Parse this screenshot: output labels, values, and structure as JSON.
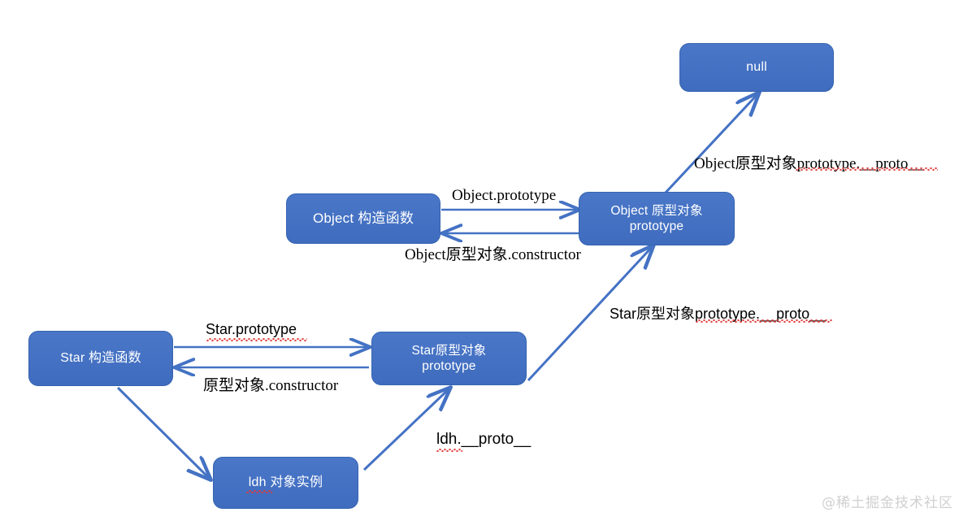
{
  "diagram": {
    "title": "JavaScript prototype chain diagram",
    "colors": {
      "node_fill": "#4472C4",
      "node_border": "#3664B0",
      "node_text": "#FFFFFF",
      "arrow": "#4472C4",
      "label_text": "#000000",
      "spellcheck_underline": "#E03A3A",
      "watermark": "#D0D0D0",
      "background": "#FFFFFF"
    },
    "nodes": [
      {
        "id": "null",
        "label": "null"
      },
      {
        "id": "object-ctor",
        "label": "Object 构造函数"
      },
      {
        "id": "object-proto",
        "label": "Object 原型对象\nprototype"
      },
      {
        "id": "star-ctor",
        "label": "Star 构造函数"
      },
      {
        "id": "star-proto",
        "label": "Star原型对象\nprototype"
      },
      {
        "id": "ldh-instance",
        "label": "ldh 对象实例"
      }
    ],
    "edges": [
      {
        "id": "object-ctor-to-proto",
        "label": "Object.prototype",
        "from": "object-ctor",
        "to": "object-proto"
      },
      {
        "id": "object-proto-to-ctor",
        "label": "Object原型对象.constructor",
        "from": "object-proto",
        "to": "object-ctor"
      },
      {
        "id": "object-proto-to-null",
        "label": "Object原型对象prototype.__proto__",
        "from": "object-proto",
        "to": "null"
      },
      {
        "id": "star-ctor-to-proto",
        "label": "Star.prototype",
        "from": "star-ctor",
        "to": "star-proto"
      },
      {
        "id": "star-proto-to-ctor",
        "label": "原型对象.constructor",
        "from": "star-proto",
        "to": "star-ctor"
      },
      {
        "id": "star-proto-to-object-proto",
        "label": "Star原型对象prototype.__proto__",
        "from": "star-proto",
        "to": "object-proto"
      },
      {
        "id": "star-ctor-to-instance",
        "label": "",
        "from": "star-ctor",
        "to": "ldh-instance"
      },
      {
        "id": "instance-to-star-proto",
        "label": "ldh.__proto__",
        "from": "ldh-instance",
        "to": "star-proto"
      }
    ],
    "watermark": "@稀土掘金技术社区"
  }
}
